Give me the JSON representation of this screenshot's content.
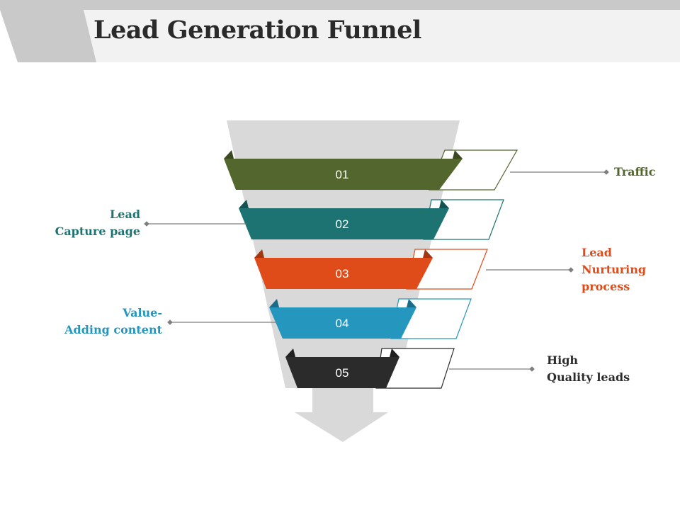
{
  "title": "Lead Generation Funnel",
  "stages": [
    {
      "number": "01",
      "label_lines": [
        "Traffic"
      ],
      "side": "right",
      "color": "#52662d"
    },
    {
      "number": "02",
      "label_lines": [
        "Lead",
        "Capture page"
      ],
      "side": "left",
      "color": "#1d7272"
    },
    {
      "number": "03",
      "label_lines": [
        "Lead",
        "Nurturing",
        "process"
      ],
      "side": "right",
      "color": "#e04b1a"
    },
    {
      "number": "04",
      "label_lines": [
        "Value-",
        "Adding content"
      ],
      "side": "left",
      "color": "#2596bd"
    },
    {
      "number": "05",
      "label_lines": [
        "High",
        "Quality leads"
      ],
      "side": "right",
      "color": "#2b2b2b"
    }
  ],
  "colors": {
    "funnel_back": "#d9d9d9",
    "header_band": "#f2f2f2",
    "header_tab": "#c9c9c9",
    "connector_line": "#7f7f7f"
  }
}
